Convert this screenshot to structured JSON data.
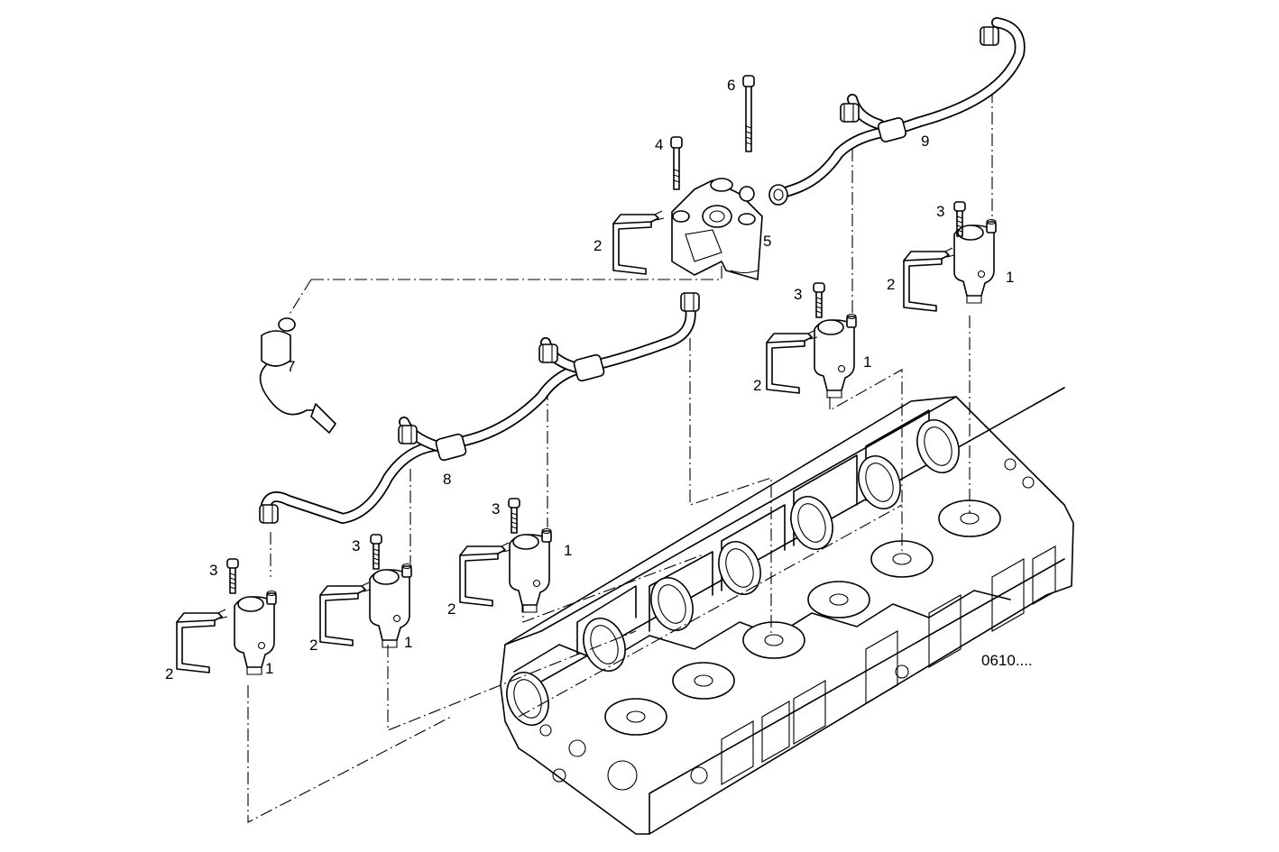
{
  "drawing_code": "0610....",
  "callouts": {
    "injector": "1",
    "bracket": "2",
    "screw": "3",
    "bolt_short": "4",
    "fuel_manifold": "5",
    "bolt_long": "6",
    "sensor": "7",
    "fuel_rail_lower": "8",
    "fuel_rail_upper": "9"
  }
}
